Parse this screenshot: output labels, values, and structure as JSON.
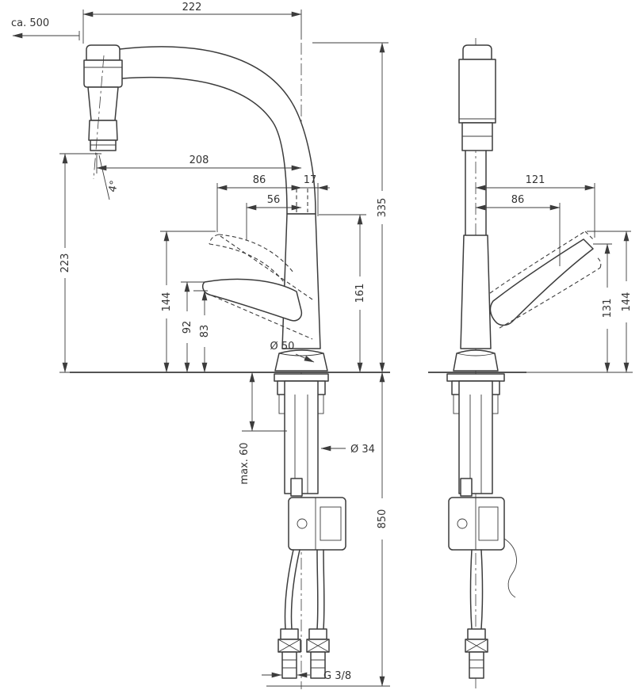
{
  "drawing": {
    "line_color": "#3c3c3c",
    "labels": {
      "pullout": "ca. 500",
      "dim222": "222",
      "dim208": "208",
      "dim86_front": "86",
      "dim17": "17",
      "dim56": "56",
      "angle4": "4°",
      "dim223": "223",
      "dim144_front": "144",
      "dim92": "92",
      "dim83": "83",
      "dim335": "335",
      "dim161": "161",
      "dia50": "Ø 50",
      "dim121": "121",
      "dim86_side": "86",
      "dim131": "131",
      "dim144_side": "144",
      "max60": "max. 60",
      "dia34": "Ø 34",
      "dim850": "850",
      "thread": "G 3/8"
    }
  }
}
